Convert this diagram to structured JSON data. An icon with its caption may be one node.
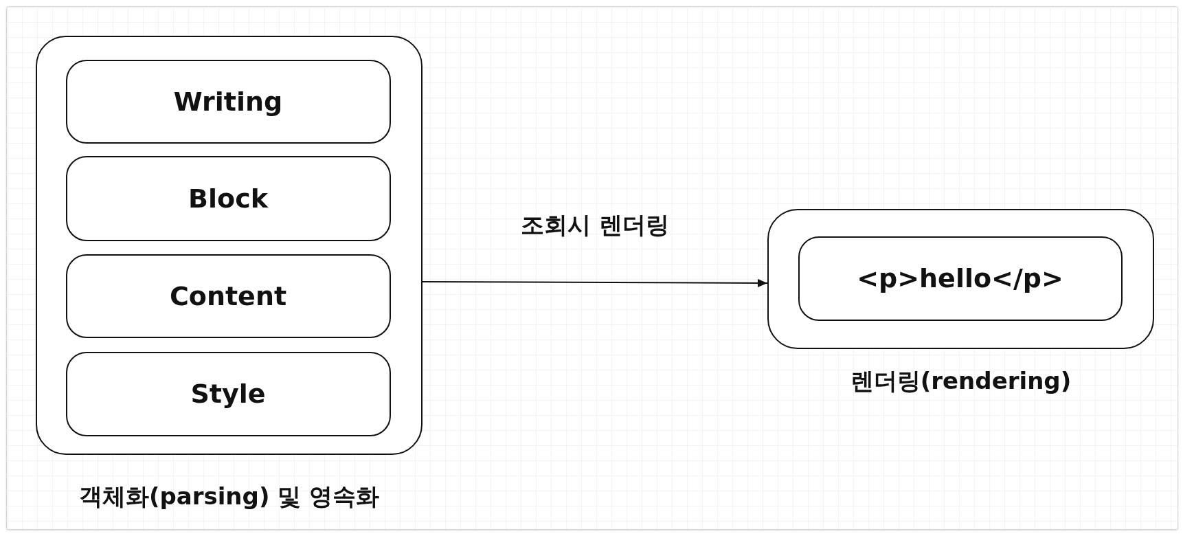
{
  "diagram": {
    "nodes": [
      {
        "text": [],
        "shape": "box",
        "beside": [
          "객체화(parsing) 및 영속화"
        ]
      },
      {
        "text": [
          "Writing"
        ],
        "in": 0
      },
      {
        "text": [
          "Block"
        ],
        "in": 0
      },
      {
        "text": [
          "Content"
        ],
        "in": 0
      },
      {
        "text": [
          "Style"
        ],
        "in": 0
      },
      {
        "text": [],
        "shape": "box",
        "beside": [
          "렌더링(rendering)"
        ]
      },
      {
        "text": [
          "<p>hello</p>"
        ],
        "in": 5
      }
    ],
    "edges": [
      {
        "from": 0,
        "to": 5,
        "arrow": "to",
        "label": "조회시 렌더링"
      }
    ]
  }
}
